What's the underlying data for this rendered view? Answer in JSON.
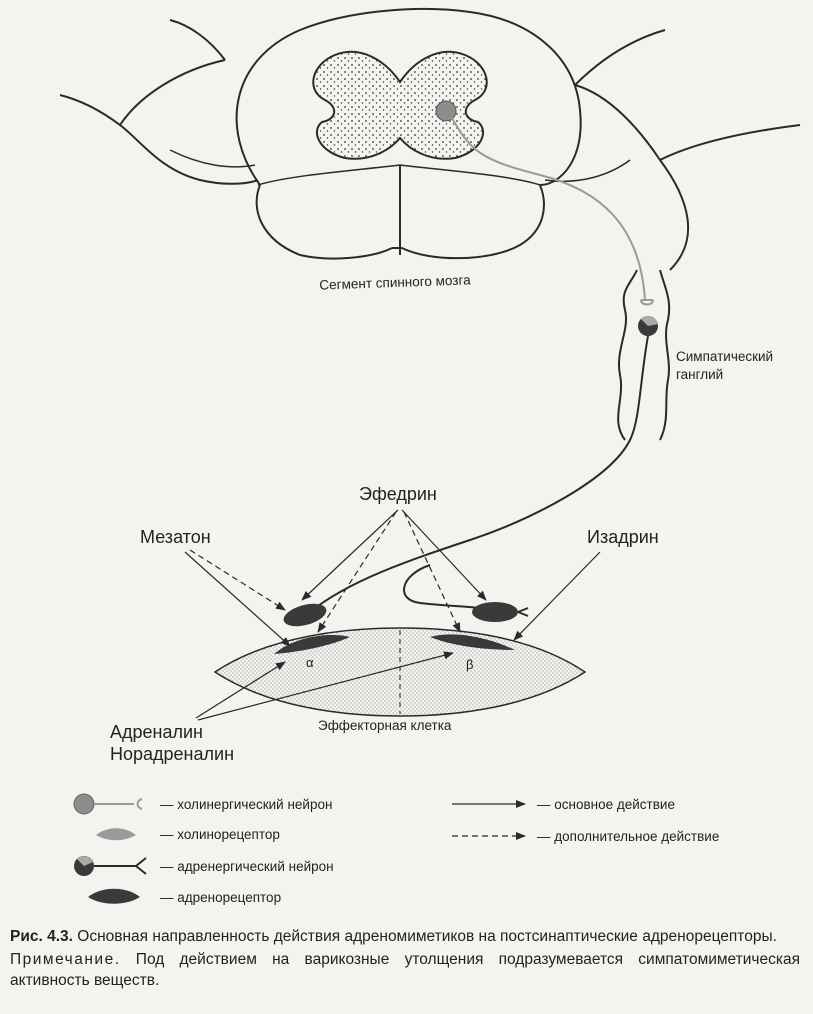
{
  "labels": {
    "spinal_segment": "Сегмент спинного мозга",
    "ganglion_line1": "Симпатический",
    "ganglion_line2": "ганглий",
    "ephedrine": "Эфедрин",
    "mezaton": "Мезатон",
    "izadrin": "Изадрин",
    "adrenaline": "Адреналин",
    "noradrenaline": "Норадреналин",
    "effector_cell": "Эффекторная клетка",
    "alpha": "α",
    "beta": "β"
  },
  "legend": {
    "cholinergic_neuron": "— холинергический нейрон",
    "cholinoreceptor": "— холинорецептор",
    "adrenergic_neuron": "— адренергический нейрон",
    "adrenoreceptor": "— адренорецептор",
    "main_action": "— основное действие",
    "additional_action": "— дополнительное действие"
  },
  "caption": {
    "figure_label": "Рис. 4.3.",
    "figure_text": "Основная направленность действия адреномиметиков на постсинаптические адренорецепторы.",
    "note_label": "Примечание.",
    "note_text": "Под действием на варикозные утолщения подразумевается симпатомиметическая активность веществ."
  },
  "colors": {
    "ink": "#2a2a2a",
    "cholinergic_gray": "#9a9a9a",
    "receptor_dark": "#3a3a3a",
    "paper": "#f4f3f0"
  }
}
